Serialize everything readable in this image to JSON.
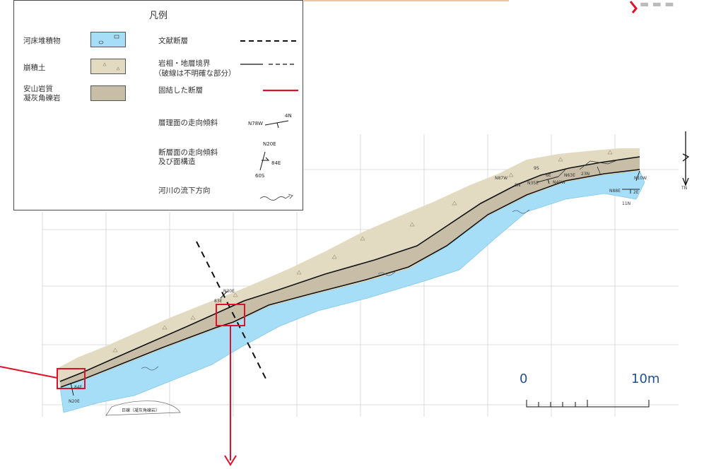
{
  "colors": {
    "riverbed": "#a7def7",
    "talus": "#e2dbc2",
    "andesite": "#c8bda6",
    "red": "#e0102a",
    "accent_blue": "#22508f"
  },
  "legend": {
    "title": "凡例",
    "riverbed_label": "河床堆積物",
    "talus_label": "崩積土",
    "andesite_label_1": "安山岩質",
    "andesite_label_2": "凝灰角礫岩",
    "lit_fault": "文献断層",
    "boundary": "岩相・地層境界",
    "boundary_note": "（破線は不明確な部分）",
    "consolidated_fault": "固結した断層",
    "bedding": "層理面の走向傾斜",
    "bedding_strike": "N78W",
    "bedding_dip": "4N",
    "fault_plane_1": "断層面の走向傾斜",
    "fault_plane_2": "及び面構造",
    "fault_strike": "N20E",
    "fault_dip": "84E",
    "fault_lineation": "60S",
    "flow": "河川の流下方向"
  },
  "map_labels": {
    "n30e": "N30E",
    "n83e": "83E",
    "n87w": "N87W",
    "n8n": "8N",
    "n9s": "9S",
    "n6e": "6E",
    "n63e": "N63E",
    "n23n": "23N",
    "n35e": "N35E",
    "n40w": "N40W",
    "n10w": "N10W",
    "n88e": "N88E",
    "n2e": "2E",
    "n11n": "11N",
    "left_n20e": "N20E",
    "left_84e": "84E",
    "tn": "TN",
    "outcrop": "巨礫（凝灰角礫岩）"
  },
  "scale": {
    "zero": "0",
    "ten": "10m"
  }
}
